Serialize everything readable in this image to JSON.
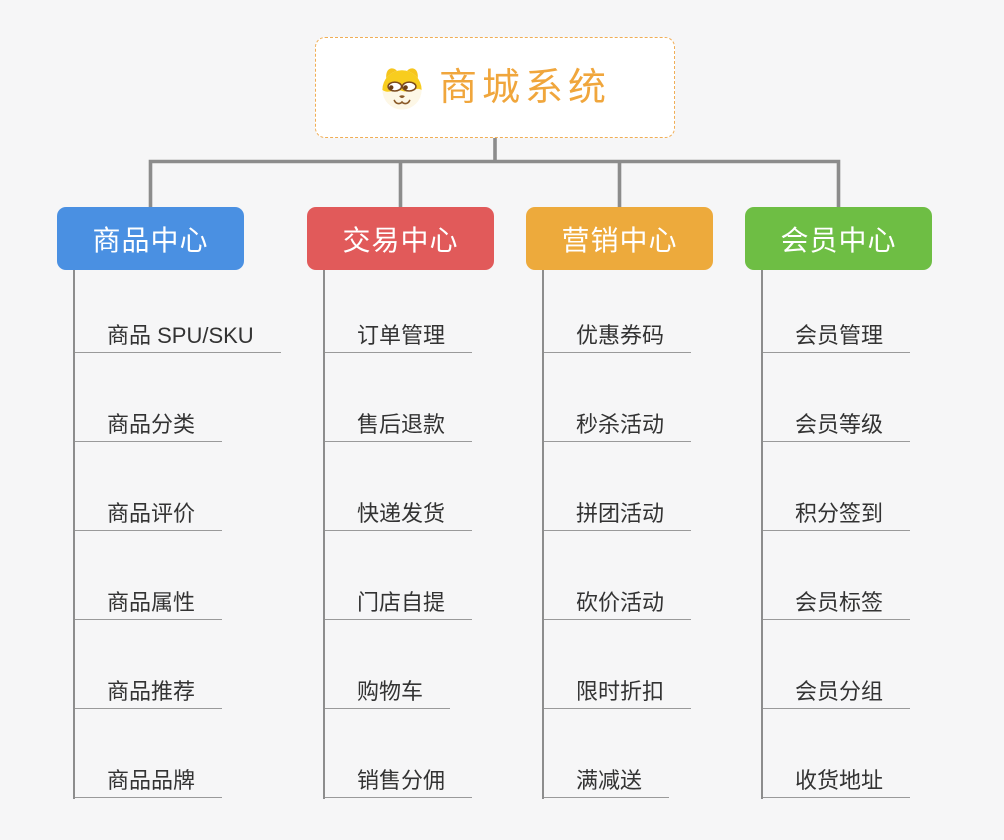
{
  "page": {
    "background_color": "#f6f6f7",
    "connector_color": "#8c8c8c",
    "leaf_line_color": "#9a9a9a",
    "leaf_text_color": "#333333"
  },
  "root": {
    "title": "商城系统",
    "title_color": "#f0a63c",
    "border_color": "#f1ae55",
    "icon": "dog-face-icon"
  },
  "branches": [
    {
      "label": "商品中心",
      "color": "#4a90e2",
      "children": [
        "商品 SPU/SKU",
        "商品分类",
        "商品评价",
        "商品属性",
        "商品推荐",
        "商品品牌"
      ]
    },
    {
      "label": "交易中心",
      "color": "#e15a5a",
      "children": [
        "订单管理",
        "售后退款",
        "快递发货",
        "门店自提",
        "购物车",
        "销售分佣"
      ]
    },
    {
      "label": "营销中心",
      "color": "#edaa3c",
      "children": [
        "优惠券码",
        "秒杀活动",
        "拼团活动",
        "砍价活动",
        "限时折扣",
        "满减送"
      ]
    },
    {
      "label": "会员中心",
      "color": "#6ebe44",
      "children": [
        "会员管理",
        "会员等级",
        "积分签到",
        "会员标签",
        "会员分组",
        "收货地址"
      ]
    }
  ]
}
